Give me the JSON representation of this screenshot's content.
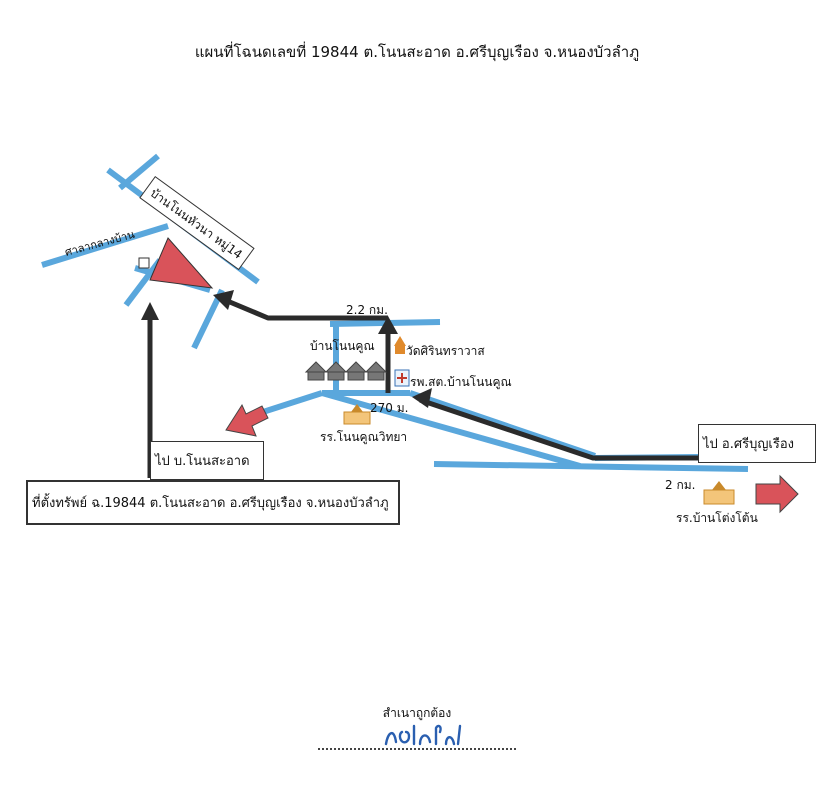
{
  "title": "แผนที่โฉนดเลขที่ 19844 ต.โนนสะอาด อ.ศรีบุญเรือง จ.หนองบัวลำภู",
  "labels": {
    "village_north": "บ้านโนนหัวนา หมู่14",
    "hall": "ศาลากลางบ้าน",
    "village_center": "บ้านโนนคูณ",
    "temple": "วัดศิรินทราวาส",
    "hospital": "รพ.สต.บ้านโนนคูณ",
    "school_1": "รร.โนนคูณวิทยา",
    "school_2": "รร.บ้านโต่งโต้น",
    "dist_1": "2.2 กม.",
    "dist_2": "270 ม.",
    "dist_3": "2 กม."
  },
  "boxes": {
    "to_nonsaard": "ไป บ.โนนสะอาด",
    "to_sriboon": "ไป อ.ศรีบุญเรือง",
    "property": "ที่ตั้งทรัพย์ ฉ.19844 ต.โนนสะอาด อ.ศรีบุญเรือง จ.หนองบัวลำภู"
  },
  "certification": {
    "text": "สำเนาถูกต้อง",
    "signature": "กิตติ"
  },
  "colors": {
    "road": "#5aa7dc",
    "route": "#2b2b2b",
    "parcel": "#d9535a",
    "arrow_red": "#d9535a",
    "signature": "#2a5fb0"
  }
}
